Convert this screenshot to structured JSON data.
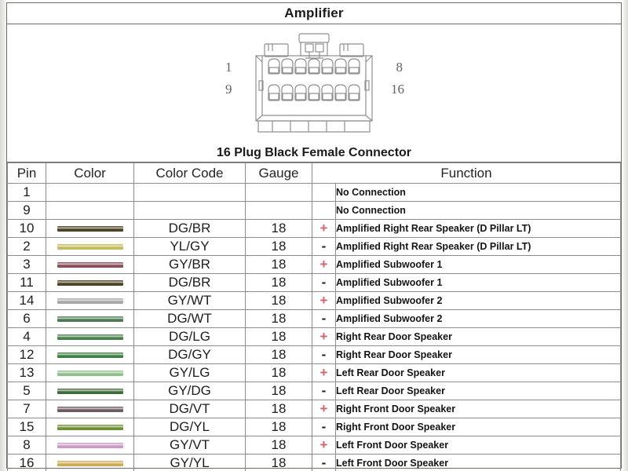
{
  "header": {
    "title": "Amplifier"
  },
  "diagram": {
    "name": "16-pin-connector-illustration",
    "pin_labels": {
      "top_left": "1",
      "top_right": "8",
      "bottom_left": "9",
      "bottom_right": "16"
    },
    "rows": 2,
    "pins_per_row": 8,
    "outline_color": "#8f8f8f"
  },
  "subtitle": {
    "text": "16 Plug Black Female Connector"
  },
  "table": {
    "columns": [
      "Pin",
      "Color",
      "Color Code",
      "Gauge",
      "Function"
    ],
    "headers": {
      "pin": "Pin",
      "color": "Color",
      "color_code": "Color Code",
      "gauge": "Gauge",
      "function": "Function"
    },
    "rows": [
      {
        "pin": "1",
        "swatch": "",
        "code": "",
        "gauge": "",
        "polarity": "",
        "function": "No Connection"
      },
      {
        "pin": "9",
        "swatch": "",
        "code": "",
        "gauge": "",
        "polarity": "",
        "function": "No Connection"
      },
      {
        "pin": "10",
        "swatch": "#4d4426",
        "code": "DG/BR",
        "gauge": "18",
        "polarity": "+",
        "function": "Amplified Right Rear Speaker (D Pillar LT)"
      },
      {
        "pin": "2",
        "swatch": "#c2bc5e",
        "code": "YL/GY",
        "gauge": "18",
        "polarity": "-",
        "function": "Amplified Right Rear Speaker (D Pillar LT)"
      },
      {
        "pin": "3",
        "swatch": "#8c4f5a",
        "code": "GY/BR",
        "gauge": "18",
        "polarity": "+",
        "function": "Amplified Subwoofer 1"
      },
      {
        "pin": "11",
        "swatch": "#4d4426",
        "code": "DG/BR",
        "gauge": "18",
        "polarity": "-",
        "function": "Amplified Subwoofer 1"
      },
      {
        "pin": "14",
        "swatch": "#a7a7a7",
        "code": "GY/WT",
        "gauge": "18",
        "polarity": "+",
        "function": "Amplified Subwoofer 2"
      },
      {
        "pin": "6",
        "swatch": "#4d7a54",
        "code": "DG/WT",
        "gauge": "18",
        "polarity": "-",
        "function": "Amplified Subwoofer 2"
      },
      {
        "pin": "4",
        "swatch": "#4a8049",
        "code": "DG/LG",
        "gauge": "18",
        "polarity": "+",
        "function": "Right Rear Door Speaker"
      },
      {
        "pin": "12",
        "swatch": "#3f8044",
        "code": "DG/GY",
        "gauge": "18",
        "polarity": "-",
        "function": "Right Rear Door Speaker"
      },
      {
        "pin": "13",
        "swatch": "#8fc08c",
        "code": "GY/LG",
        "gauge": "18",
        "polarity": "+",
        "function": "Left Rear Door Speaker"
      },
      {
        "pin": "5",
        "swatch": "#3d6b3a",
        "code": "GY/DG",
        "gauge": "18",
        "polarity": "-",
        "function": "Left Rear Door Speaker"
      },
      {
        "pin": "7",
        "swatch": "#6b5a63",
        "code": "DG/VT",
        "gauge": "18",
        "polarity": "+",
        "function": "Right Front  Door Speaker"
      },
      {
        "pin": "15",
        "swatch": "#6f8f34",
        "code": "DG/YL",
        "gauge": "18",
        "polarity": "-",
        "function": "Right Front  Door Speaker"
      },
      {
        "pin": "8",
        "swatch": "#c99bc6",
        "code": "GY/VT",
        "gauge": "18",
        "polarity": "+",
        "function": "Left Front  Door Speaker"
      },
      {
        "pin": "16",
        "swatch": "#cdab52",
        "code": "GY/YL",
        "gauge": "18",
        "polarity": "-",
        "function": "Left Front  Door Speaker"
      }
    ]
  },
  "colors": {
    "plus_symbol": "#d2626c",
    "minus_symbol": "#1d1d1d",
    "border": "#8d8d8d",
    "frame": "#6d6d6d",
    "text": "#1d1d1d"
  }
}
